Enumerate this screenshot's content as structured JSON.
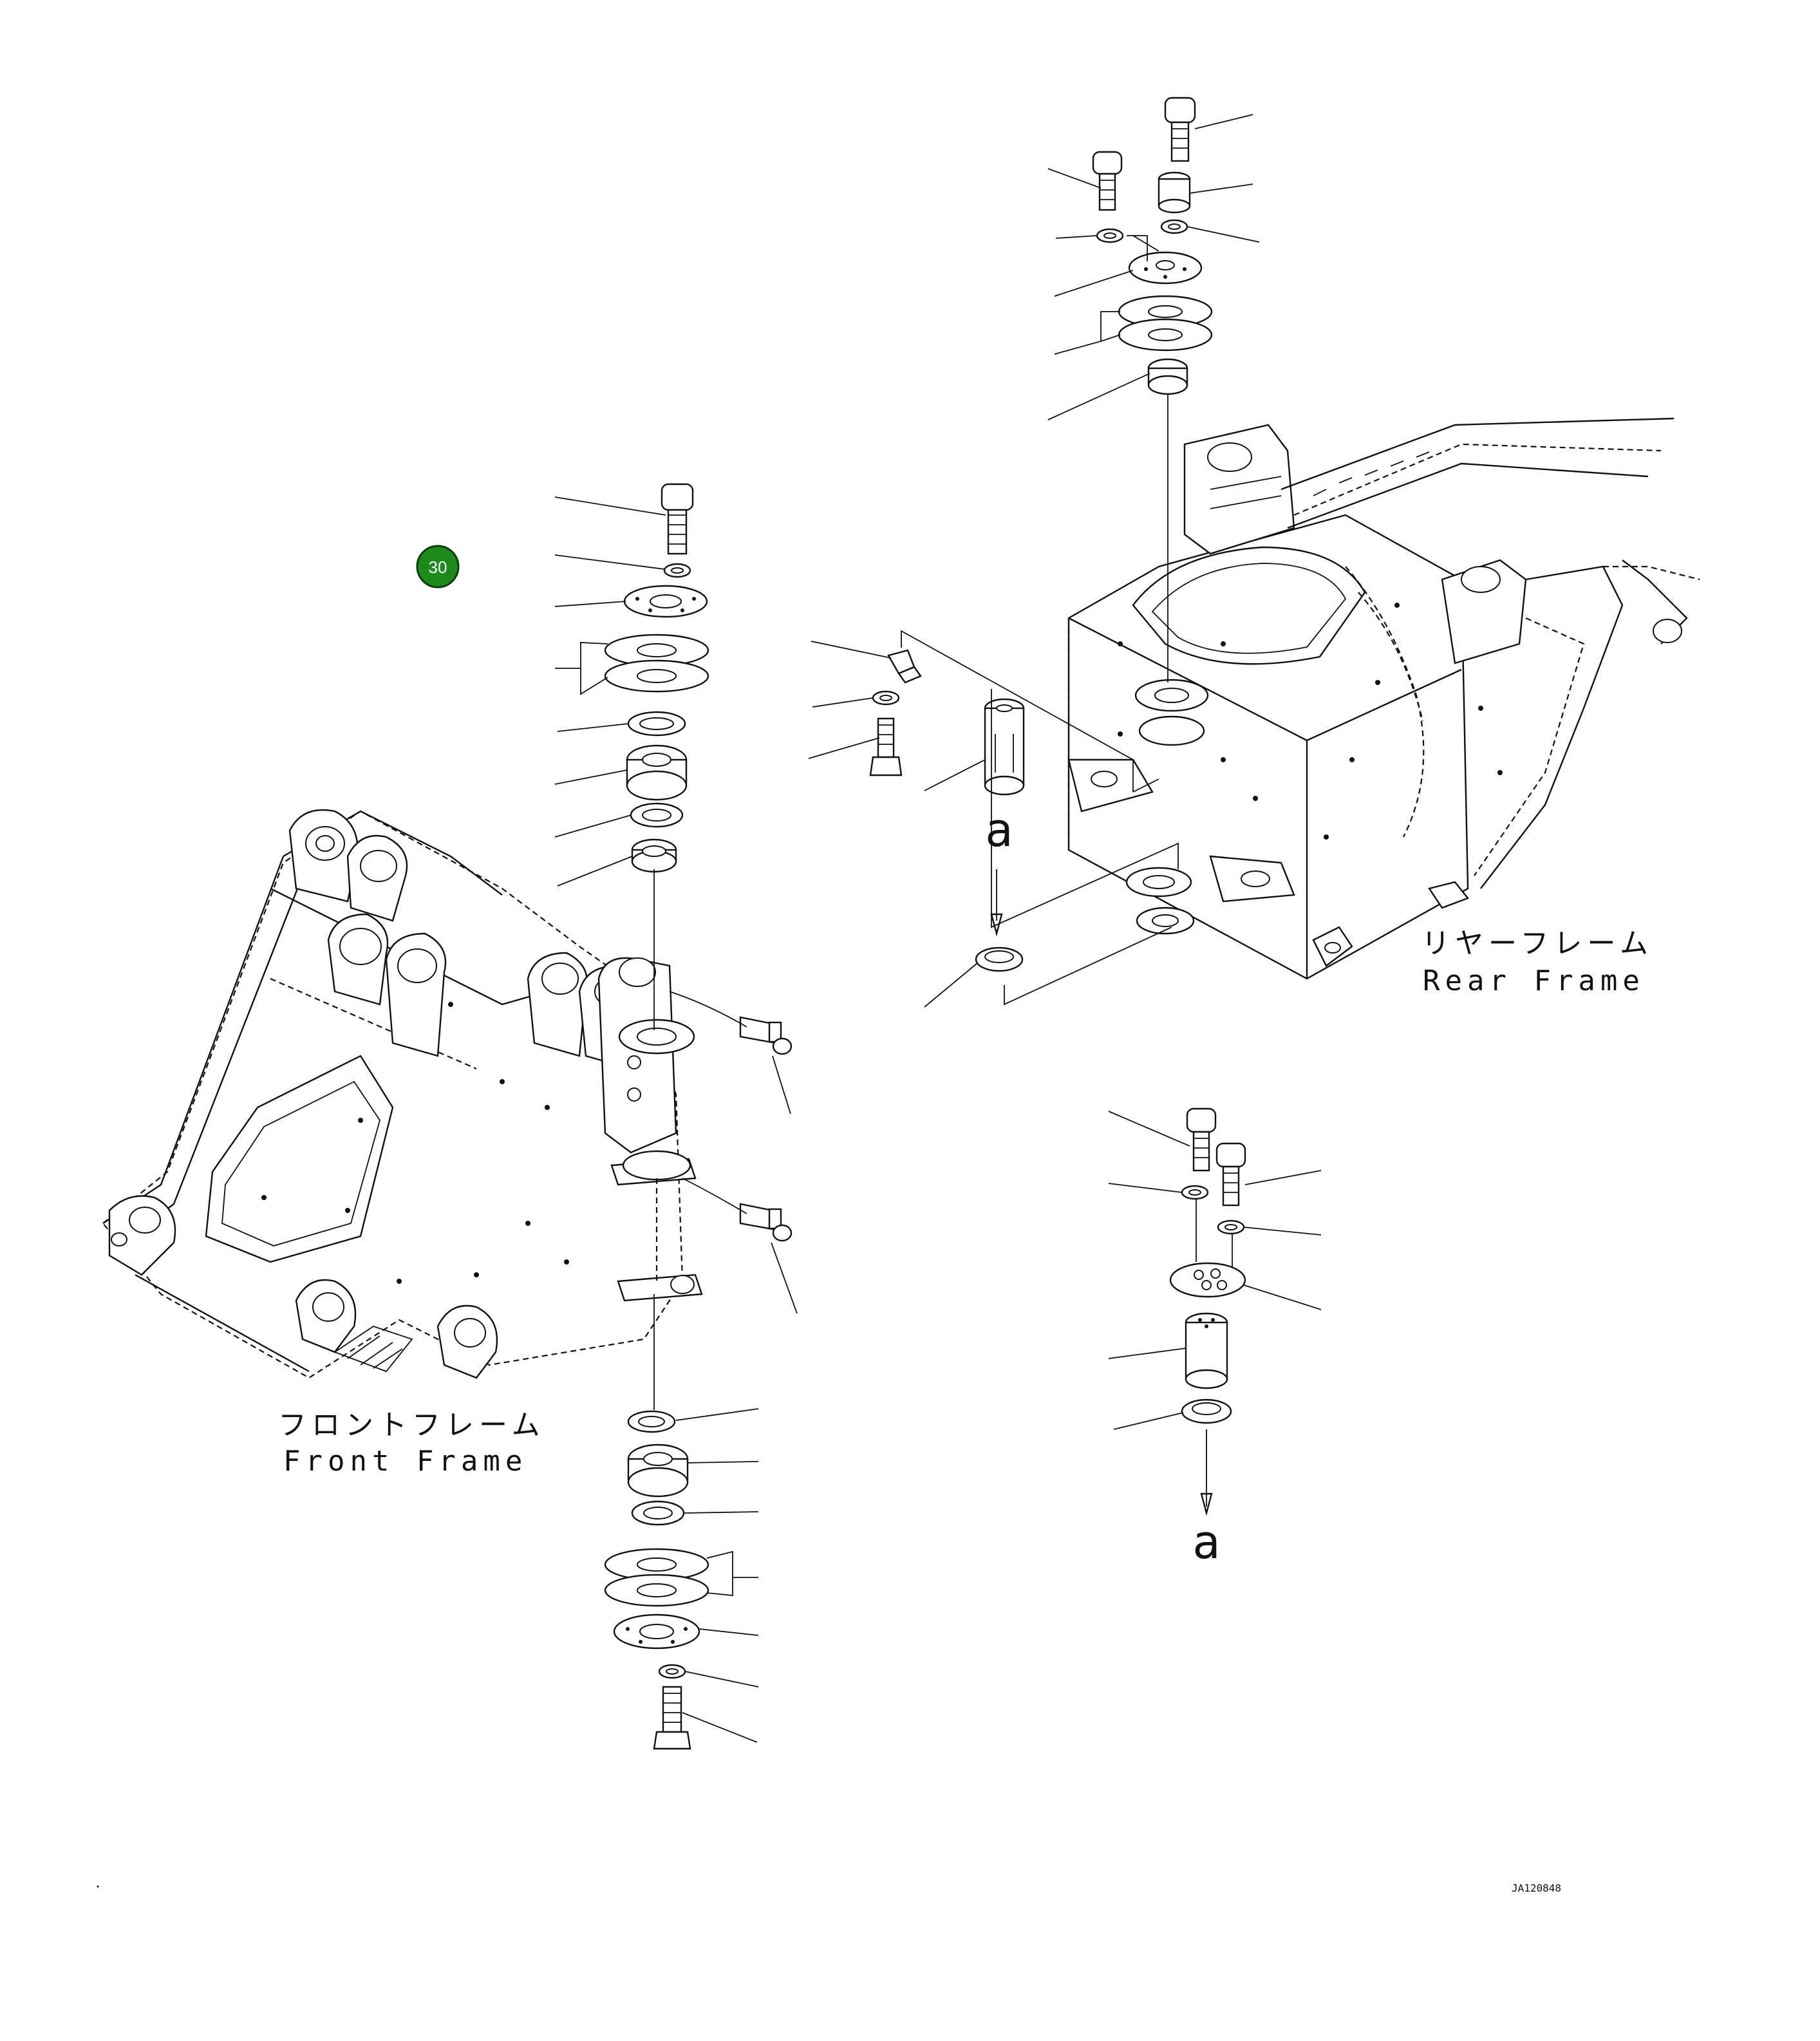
{
  "labels": {
    "front_frame_jp": "フロントフレーム",
    "front_frame_en": "Front Frame",
    "rear_frame_jp": "リヤーフレーム",
    "rear_frame_en": "Rear Frame",
    "detail_ref_top": "a",
    "detail_ref_bottom": "a",
    "drawing_number": "JA120848"
  },
  "callouts": [
    {
      "number": "30",
      "color": "#1e8a1e"
    }
  ]
}
